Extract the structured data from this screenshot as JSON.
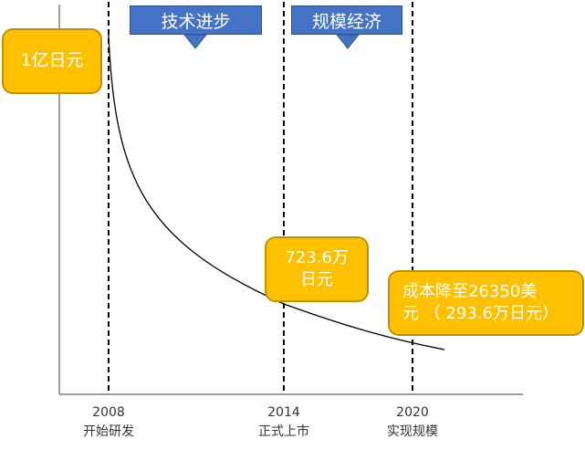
{
  "banners": {
    "tech": "技术进步",
    "scale": "规模经济"
  },
  "callouts": {
    "start": "1亿日元",
    "mid_line1": "723.6万",
    "mid_line2": "日元",
    "end_line1": "成本降至26350美",
    "end_line2": "元 （ 293.6万日元）"
  },
  "milestones": [
    {
      "year": "2008",
      "label": "开始研发"
    },
    {
      "year": "2014",
      "label": "正式上市"
    },
    {
      "year": "2020",
      "label": "实现规模"
    }
  ],
  "colors": {
    "banner": "#4472c4",
    "callout": "#ffc000",
    "curve": "#000000"
  }
}
